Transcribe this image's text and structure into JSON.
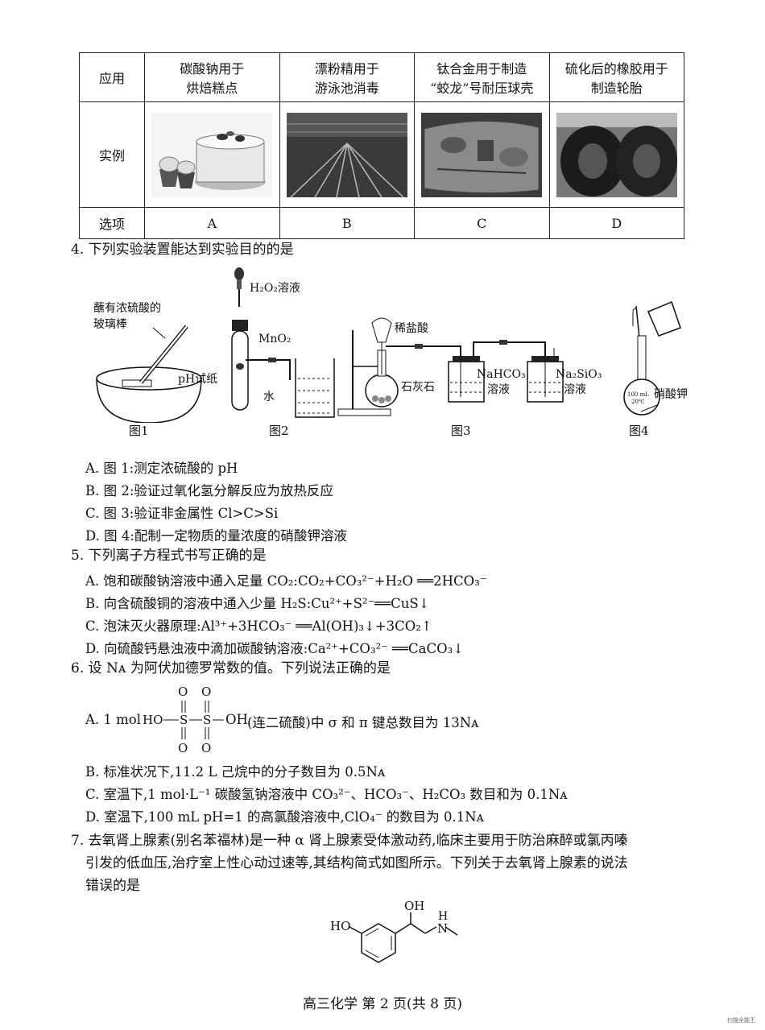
{
  "table": {
    "row_headers": [
      "应用",
      "实例",
      "选项"
    ],
    "applications": [
      [
        "碳酸钠用于",
        "烘焙糕点"
      ],
      [
        "漂粉精用于",
        "游泳池消毒"
      ],
      [
        "钛合金用于制造",
        "“蛟龙”号耐压球壳"
      ],
      [
        "硫化后的橡胶用于",
        "制造轮胎"
      ]
    ],
    "options": [
      "A",
      "B",
      "C",
      "D"
    ]
  },
  "q4": {
    "stem": "4. 下列实验装置能达到实验目的的是",
    "fig1": {
      "label_rod_1": "蘸有浓硫酸的",
      "label_rod_2": "玻璃棒",
      "label_paper": "pH试纸",
      "caption": "图1"
    },
    "fig2": {
      "label_reagent": "H₂O₂溶液",
      "label_catalyst": "MnO₂",
      "label_water": "水",
      "caption": "图2"
    },
    "fig3": {
      "label_acid": "稀盐酸",
      "label_stone": "石灰石",
      "label_b1a": "NaHCO₃",
      "label_b1b": "溶液",
      "label_b2a": "Na₂SiO₃",
      "label_b2b": "溶液",
      "caption": "图3"
    },
    "fig4": {
      "flask_1": "100 mL",
      "flask_2": "20℃",
      "label_salt": "硝酸钾",
      "caption": "图4"
    },
    "options": [
      "A. 图 1:测定浓硫酸的 pH",
      "B. 图 2:验证过氧化氢分解反应为放热反应",
      "C. 图 3:验证非金属性 Cl>C>Si",
      "D. 图 4:配制一定物质的量浓度的硝酸钾溶液"
    ]
  },
  "q5": {
    "stem": "5. 下列离子方程式书写正确的是",
    "options": [
      "A. 饱和碳酸钠溶液中通入足量 CO₂:CO₂+CO₃²⁻+H₂O ══2HCO₃⁻",
      "B. 向含硫酸铜的溶液中通入少量 H₂S:Cu²⁺+S²⁻══CuS↓",
      "C. 泡沫灭火器原理:Al³⁺+3HCO₃⁻ ══Al(OH)₃↓+3CO₂↑",
      "D. 向硫酸钙悬浊液中滴加碳酸钠溶液:Ca²⁺+CO₃²⁻ ══CaCO₃↓"
    ]
  },
  "q6": {
    "stem": "6. 设 Nᴀ 为阿伏加德罗常数的值。下列说法正确的是",
    "optA_pre": "A. 1 mol",
    "optA_ho": "HO",
    "optA_s": "S",
    "optA_o": "O",
    "optA_oh": "OH",
    "optA_post": "(连二硫酸)中 σ 和 π 键总数目为 13Nᴀ",
    "options": [
      "B. 标准状况下,11.2 L 己烷中的分子数目为 0.5Nᴀ",
      "C. 室温下,1 mol·L⁻¹ 碳酸氢钠溶液中 CO₃²⁻、HCO₃⁻、H₂CO₃ 数目和为 0.1Nᴀ",
      "D. 室温下,100 mL pH=1 的高氯酸溶液中,ClO₄⁻ 的数目为 0.1Nᴀ"
    ]
  },
  "q7": {
    "line1": "7. 去氧肾上腺素(别名苯福林)是一种 α 肾上腺素受体激动药,临床主要用于防治麻醉或氯丙嗪",
    "line2": "引发的低血压,治疗室上性心动过速等,其结构简式如图所示。下列关于去氧肾上腺素的说法",
    "line3": "错误的是",
    "struct_ho": "HO",
    "struct_oh": "OH",
    "struct_h": "H",
    "struct_n": "N"
  },
  "footer": "高三化学   第 2 页(共 8 页)",
  "watermark": "扫描全能王"
}
